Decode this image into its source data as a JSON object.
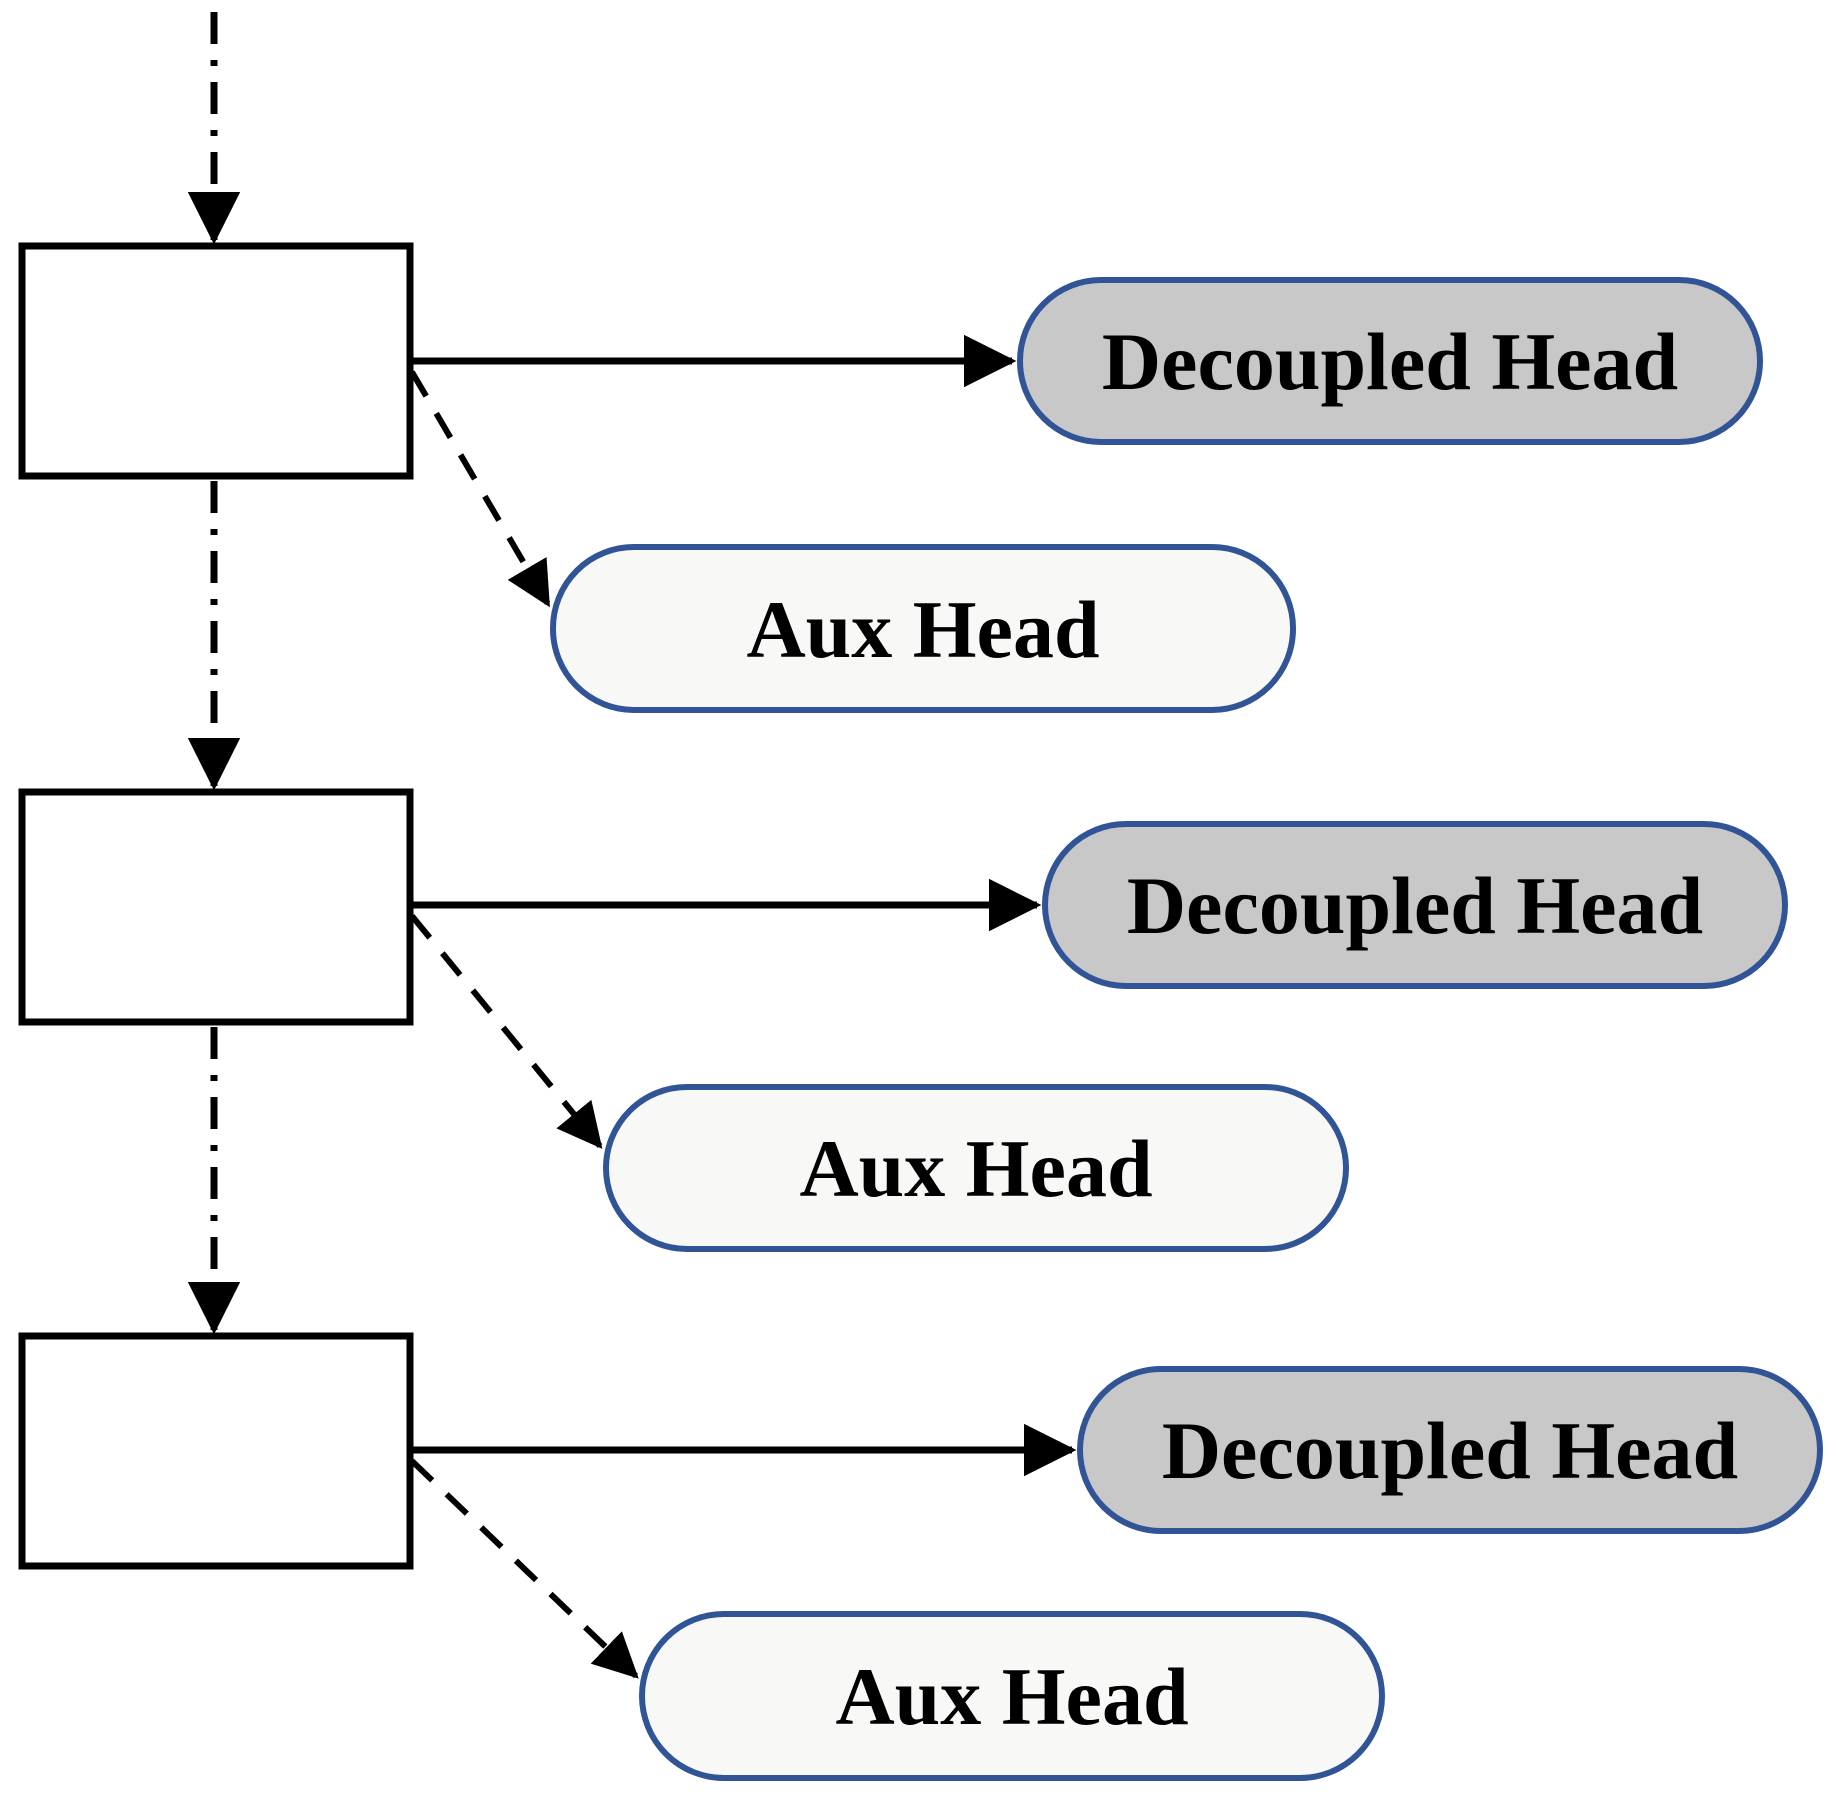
{
  "rows": [
    {
      "decoupled_head_label": "Decoupled Head",
      "aux_head_label": "Aux Head"
    },
    {
      "decoupled_head_label": "Decoupled Head",
      "aux_head_label": "Aux Head"
    },
    {
      "decoupled_head_label": "Decoupled Head",
      "aux_head_label": "Aux Head"
    }
  ],
  "colors": {
    "decoupled_head_fill": "#c8c8c8",
    "aux_head_fill": "#f8f8f7",
    "pill_border": "#305496",
    "connector": "#000000",
    "box_fill": "#ffffff"
  }
}
